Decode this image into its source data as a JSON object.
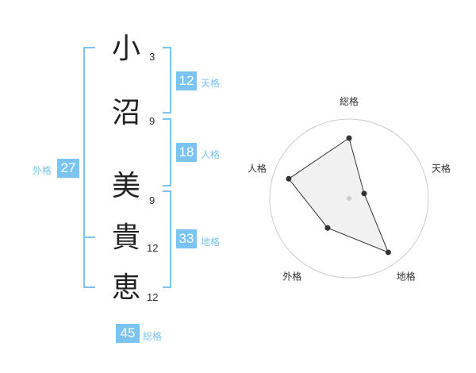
{
  "name": {
    "chars": [
      {
        "char": "小",
        "strokes": "3"
      },
      {
        "char": "沼",
        "strokes": "9"
      },
      {
        "char": "美",
        "strokes": "9"
      },
      {
        "char": "貴",
        "strokes": "12"
      },
      {
        "char": "恵",
        "strokes": "12"
      }
    ]
  },
  "fortunes": {
    "tenkaku": {
      "value": "12",
      "label": "天格"
    },
    "jinkaku": {
      "value": "18",
      "label": "人格"
    },
    "chikaku": {
      "value": "33",
      "label": "地格"
    },
    "gaikaku": {
      "value": "27",
      "label": "外格"
    },
    "soukaku": {
      "value": "45",
      "label": "総格"
    }
  },
  "colors": {
    "accent": "#7bc4f2",
    "polygon_fill": "#f0f0f0",
    "ring": "#cccccc"
  },
  "chart_data": {
    "type": "radar",
    "axes": [
      "総格",
      "天格",
      "地格",
      "外格",
      "人格"
    ],
    "values": [
      3.8,
      1.0,
      4.2,
      2.3,
      4.0
    ],
    "max": 5,
    "rings": 5
  }
}
